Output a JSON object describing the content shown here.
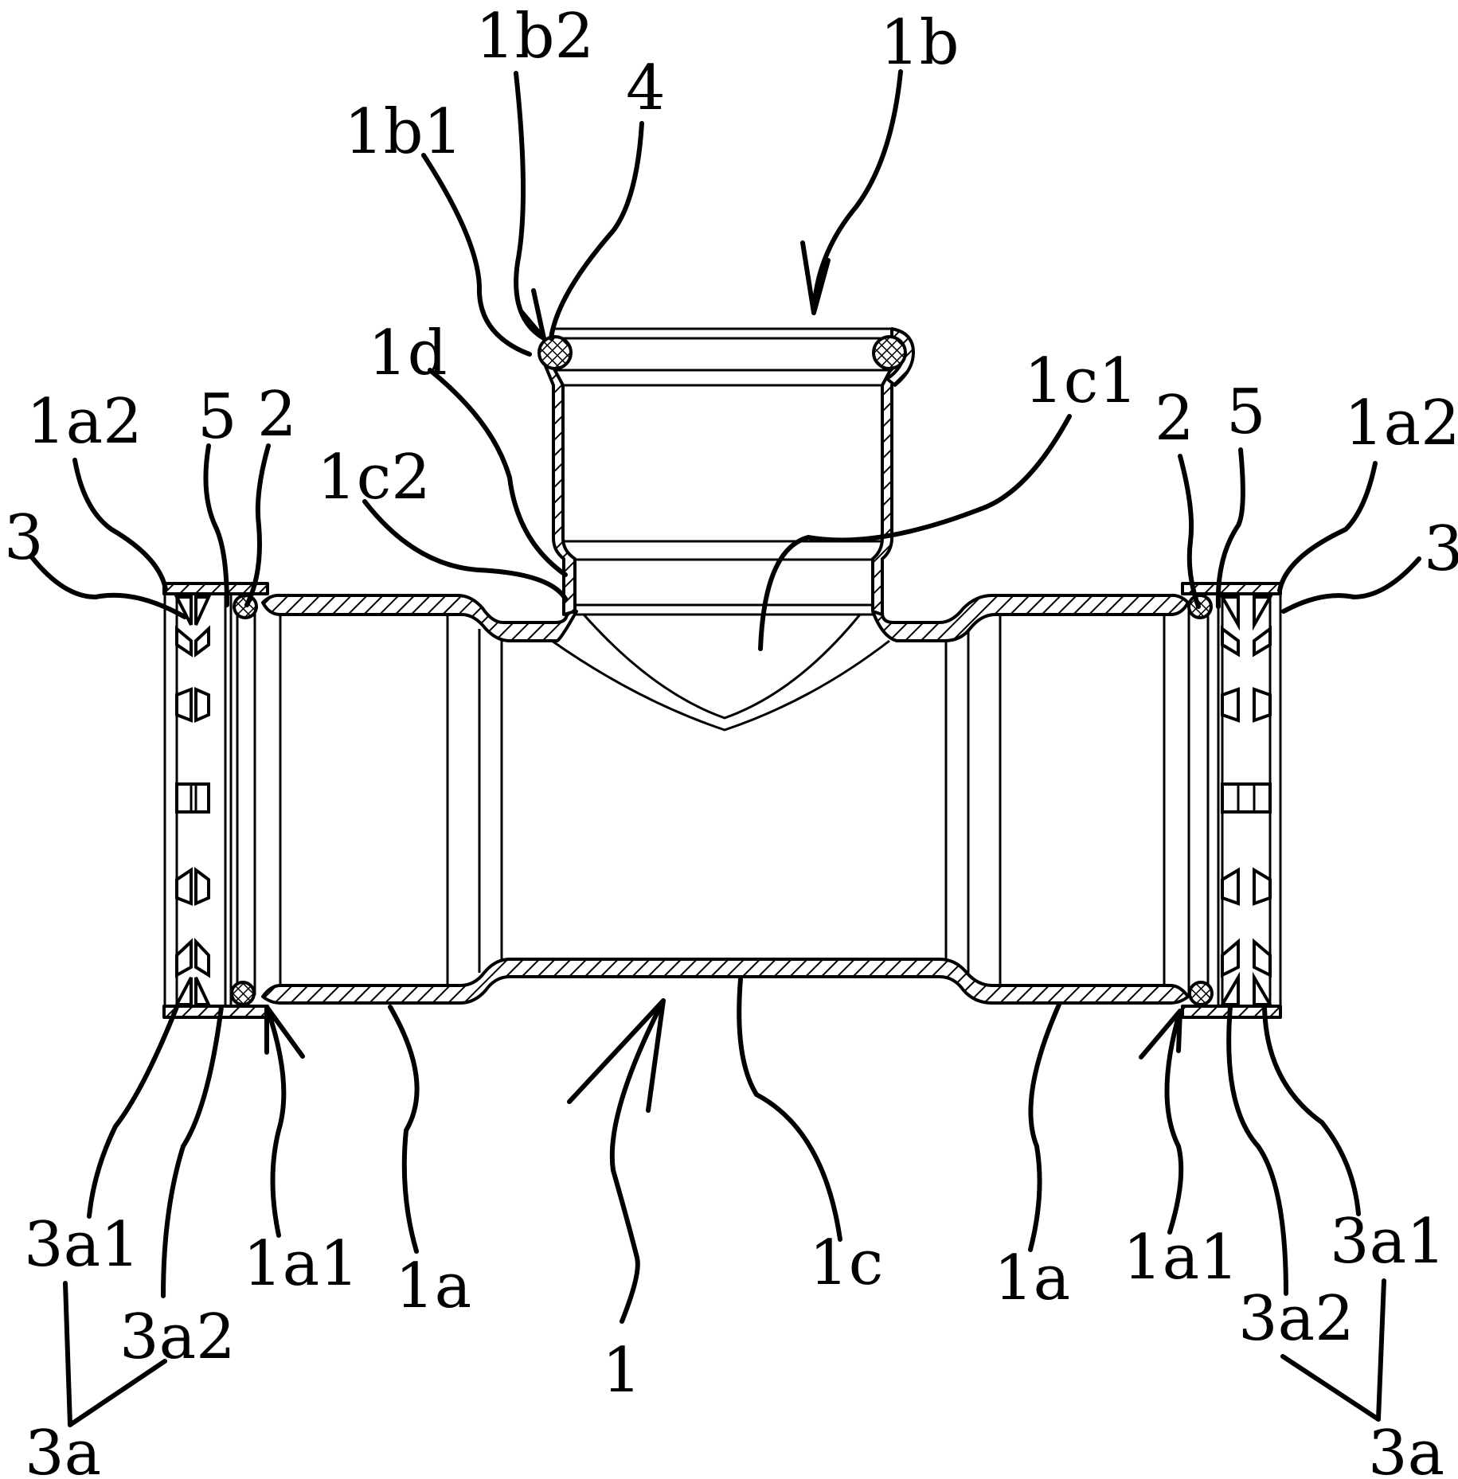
{
  "figure": {
    "title": "Pipe tee fitting cross-section (patent drawing)",
    "colors": {
      "line": "#000000",
      "background": "#ffffff"
    }
  },
  "labels": {
    "main_body": "1",
    "straight_end": "1a",
    "straight_end_groove": "1a1",
    "straight_end_flange": "1a2",
    "branch_end": "1b",
    "branch_flare": "1b1",
    "branch_bead": "1b2",
    "middle_section": "1c",
    "middle_cavity": "1c1",
    "middle_fillet": "1c2",
    "branch_neck": "1d",
    "seal_ring": "2",
    "clamp_ring": "3",
    "clamp_assembly": "3a",
    "clamp_tooth": "3a1",
    "clamp_spacer": "3a2",
    "branch_seal": "4",
    "gasket": "5"
  }
}
